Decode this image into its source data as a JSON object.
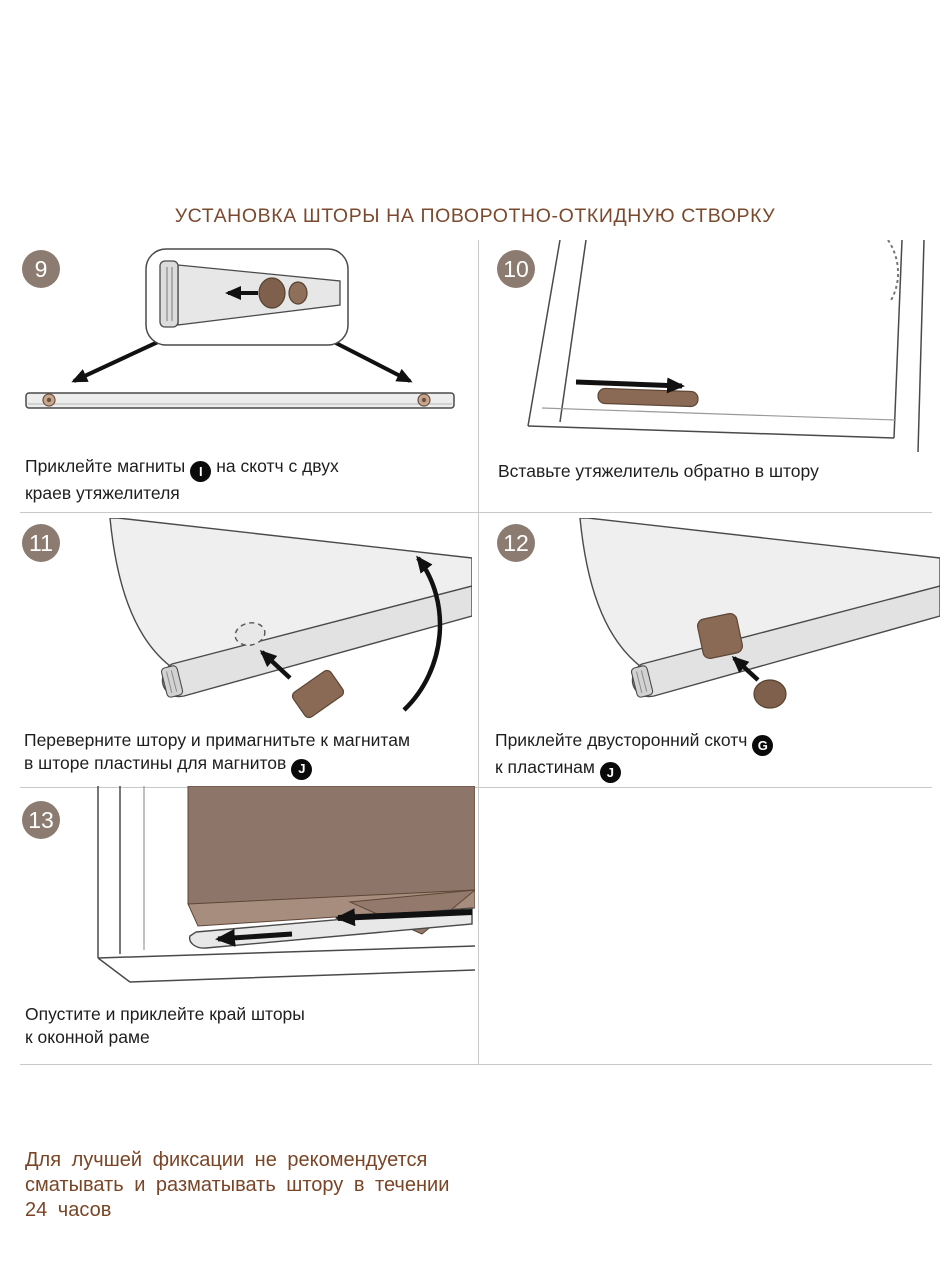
{
  "title": "УСТАНОВКА ШТОРЫ НА ПОВОРОТНО-ОТКИДНУЮ СТВОРКУ",
  "steps": [
    {
      "number": "9",
      "caption_before": "Приклейте магниты",
      "part_badge": "I",
      "caption_after": "на скотч с двух\nкраев утяжелителя"
    },
    {
      "number": "10",
      "caption": "Вставьте утяжелитель обратно в штору"
    },
    {
      "number": "11",
      "caption_before": "Переверните штору и примагнитьте к магнитам\nв шторе пластины для магнитов",
      "part_badge": "J"
    },
    {
      "number": "12",
      "caption_line1": "Приклейте двусторонний скотч",
      "part_badge1": "G",
      "caption_line2": "к пластинам",
      "part_badge2": "J"
    },
    {
      "number": "13",
      "caption": "Опустите и приклейте край шторы\nк оконной раме"
    }
  ],
  "footer_note": "Для лучшей фиксации не рекомендуется\nсматывать и разматывать штору в течении\n24 часов",
  "colors": {
    "accent_text": "#7b4a2e",
    "step_badge": "#8b7b70",
    "part_badge": "#0a0a0a",
    "plate_brown": "#8a6a55",
    "curtain_brown": "#8d7569",
    "line_gray": "#4a4a4a"
  }
}
